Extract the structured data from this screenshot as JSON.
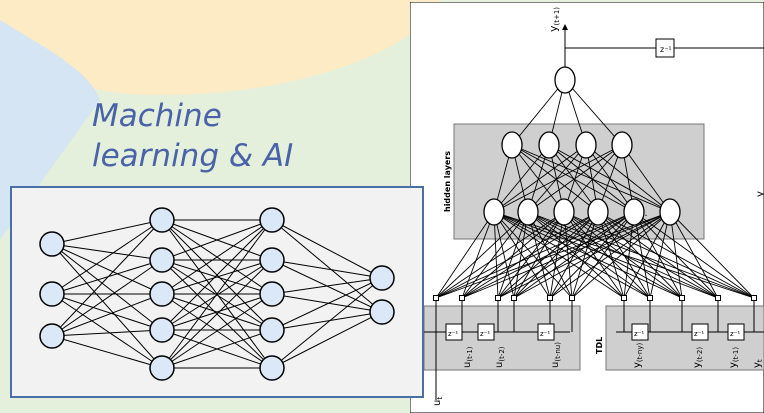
{
  "slide": {
    "title_line1": "Machine",
    "title_line2": "learning & AI"
  },
  "narx": {
    "output_label": "y",
    "output_subscript": "(t+1)",
    "hidden_layers_label": "hidden layers",
    "tdl_label": "TDL",
    "delay_symbol": "z⁻¹",
    "ellipsis": "...",
    "input_current": {
      "base": "u",
      "sub": "t"
    },
    "input_delays": [
      {
        "base": "u",
        "sub": "(t-1)"
      },
      {
        "base": "u",
        "sub": "(t-2)"
      },
      {
        "base": "u",
        "sub": "(t-nu)"
      }
    ],
    "output_delays": [
      {
        "base": "y",
        "sub": "(t-ny)"
      },
      {
        "base": "y",
        "sub": "(t-2)"
      },
      {
        "base": "y",
        "sub": "(t-1)"
      },
      {
        "base": "y",
        "sub": "t"
      }
    ],
    "feedback_fragment": "y"
  },
  "simple_net": {
    "layers": [
      3,
      5,
      5,
      2
    ]
  },
  "colors": {
    "slide_green": "#e4efdc",
    "slide_blue": "#d6e5f3",
    "slide_yellow": "#fcebc4",
    "title_blue": "#4a63a8",
    "hidden_box": "#cfcfcf",
    "left_panel_fill": "#f2f2f2",
    "left_panel_border": "#4a6ea6",
    "node_fill": "#dbe8f7"
  }
}
